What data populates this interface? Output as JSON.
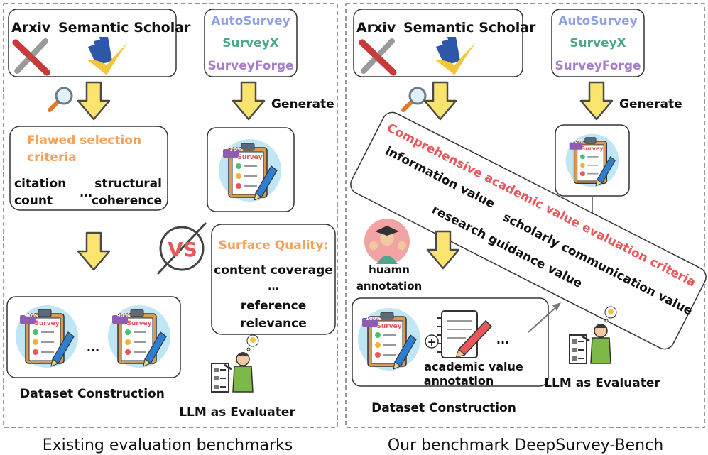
{
  "colors": {
    "autosurvey": "#8f9fe6",
    "surveyx": "#4aa88a",
    "surveyforge": "#a77cc9",
    "flawed": "#f6a05a",
    "surface": "#f6a05a",
    "criteria": "#e8575a",
    "arrow_fill": "#fbe36f",
    "arrow_stroke": "#4a4a4a"
  },
  "left": {
    "sources": {
      "arxiv": "Arxiv",
      "scholar": "Semantic Scholar"
    },
    "generators": {
      "a": "AutoSurvey",
      "b": "SurveyX",
      "c": "SurveyForge"
    },
    "generate_label": "Generate",
    "flawed": {
      "title_line1": "Flawed selection",
      "title_line2": "criteria",
      "left_line1": "citation",
      "left_line2": "count",
      "ellipsis": "...",
      "right_line1": "structural",
      "right_line2": "coherence"
    },
    "survey_badge": "70%",
    "survey_title": "Survey",
    "vs_label": "VS",
    "surface": {
      "title": "Surface Quality:",
      "item1": "content coverage",
      "ellipsis": "...",
      "item2_line1": "reference",
      "item2_line2": "relevance"
    },
    "dataset": {
      "badge_a": "90%",
      "badge_b": "90%",
      "survey_title": "Survey",
      "ellipsis": "..."
    },
    "dataset_label": "Dataset Construction",
    "evaluator_label": "LLM as Evaluater",
    "caption": "Existing evaluation benchmarks"
  },
  "right": {
    "sources": {
      "arxiv": "Arxiv",
      "scholar": "Semantic Scholar"
    },
    "generators": {
      "a": "AutoSurvey",
      "b": "SurveyX",
      "c": "SurveyForge"
    },
    "generate_label": "Generate",
    "survey_badge": "70%",
    "survey_title": "Survey",
    "criteria": {
      "title": "Comprehensive academic value evaluation criteria",
      "item1": "information value",
      "item2": "scholarly communication value",
      "item3": "research guidance value"
    },
    "human_label_line1": "huamn",
    "human_label_line2": "annotation",
    "dataset": {
      "badge": "100%",
      "survey_title": "Survey",
      "plus": "+",
      "ellipsis": "...",
      "annot_line1": "academic value",
      "annot_line2": "annotation"
    },
    "dataset_label": "Dataset Construction",
    "evaluator_label": "LLM as Evaluater",
    "caption": "Our benchmark DeepSurvey-Bench"
  }
}
